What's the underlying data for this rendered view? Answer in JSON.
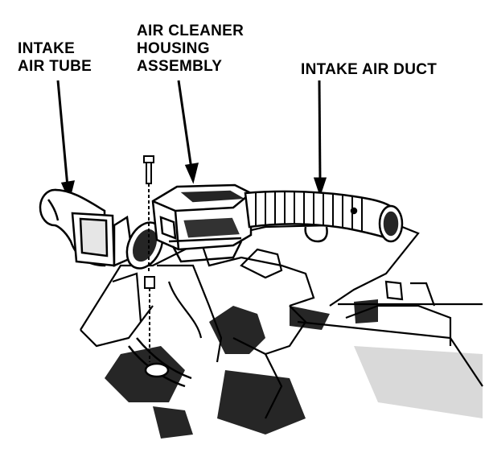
{
  "labels": {
    "intake_air_tube": [
      "INTAKE",
      "AIR TUBE"
    ],
    "air_cleaner_housing": [
      "AIR CLEANER",
      "HOUSING",
      "ASSEMBLY"
    ],
    "intake_air_duct": [
      "INTAKE AIR DUCT"
    ]
  },
  "colors": {
    "ink": "#000000",
    "paper": "#ffffff"
  }
}
